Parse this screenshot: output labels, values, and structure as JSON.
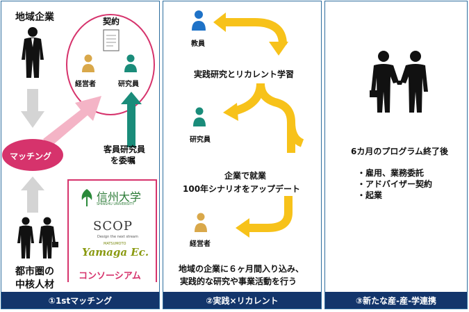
{
  "panels": [
    {
      "footer": "①1stマッチング"
    },
    {
      "footer": "②実践×リカレント"
    },
    {
      "footer": "③新たな産-産-学連携"
    }
  ],
  "panel1": {
    "local_company": "地域企業",
    "contract": "契約",
    "manager": "経営者",
    "researcher": "研究員",
    "matching": "マッチング",
    "guest_researcher_line1": "客員研究員",
    "guest_researcher_line2": "を委嘱",
    "urban_line1": "都市圏の",
    "urban_line2": "中核人材",
    "consortium": "コンソーシアム",
    "logos": {
      "shinshu_jp": "信州大学",
      "shinshu_en": "SHINSHU UNIVERSITY",
      "scop": "SCOP",
      "scop_sub": "Design the next stream",
      "yamaga_sub": "MATSUMOTO",
      "yamaga": "Yamaga Ec."
    }
  },
  "panel2": {
    "teacher": "教員",
    "practice": "実践研究とリカレント学習",
    "researcher": "研究員",
    "employment": "企業で就業",
    "scenario": "100年シナリオをアップデート",
    "manager": "経営者",
    "desc_line1": "地域の企業に６ヶ月間入り込み、",
    "desc_line2": "実践的な研究や事業活動を行う"
  },
  "panel3": {
    "after": "6カ月のプログラム終了後",
    "items": [
      "・雇用、業務委託",
      "・アドバイザー契約",
      "・起業"
    ]
  },
  "colors": {
    "navy": "#13356b",
    "pink": "#d6336c",
    "teal": "#1a8c7a",
    "gold": "#d9a84a",
    "blue": "#1e72c7",
    "yellow": "#f7c21a"
  }
}
